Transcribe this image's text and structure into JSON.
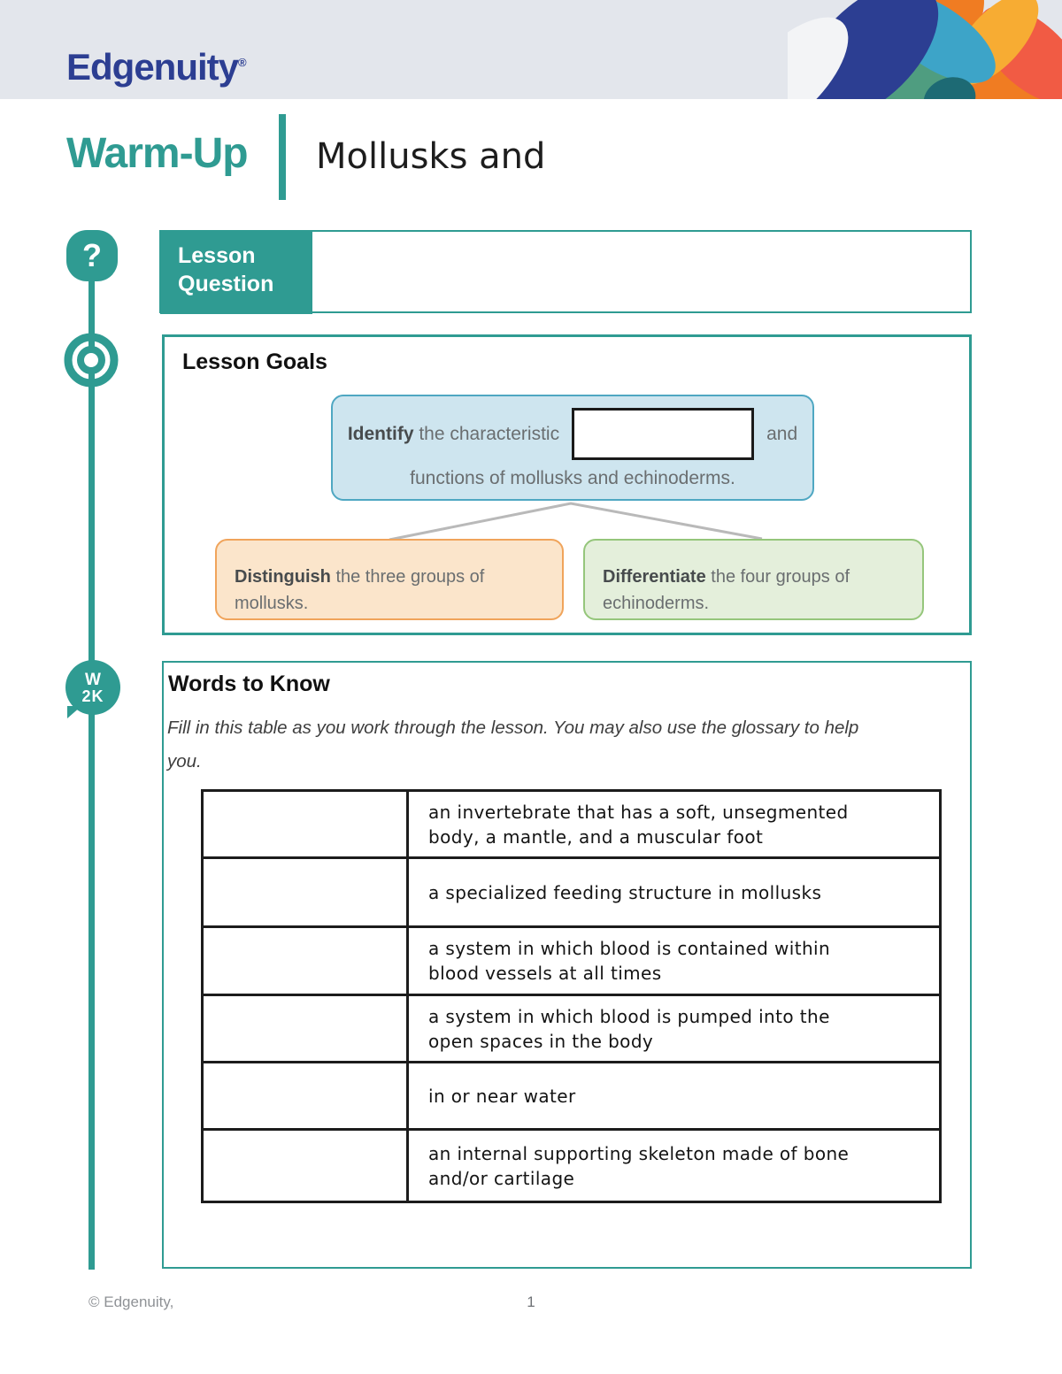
{
  "header": {
    "logo_text": "Edgenuity",
    "logo_reg_mark": "®",
    "page_type": "Warm-Up",
    "lesson_title": "Mollusks and"
  },
  "timeline": {
    "question_icon_glyph": "?",
    "w2k_badge_line1": "W",
    "w2k_badge_line2": "2K"
  },
  "lesson_question": {
    "label": "Lesson\nQuestion",
    "answer": ""
  },
  "lesson_goals": {
    "heading": "Lesson Goals",
    "goal_main": {
      "bold": "Identify",
      "after_bold": " the characteristic",
      "blank_value": "",
      "after_blank": "and",
      "line2": "functions of mollusks and echinoderms."
    },
    "goal_left": {
      "bold": "Distinguish",
      "rest": " the three groups of mollusks."
    },
    "goal_right": {
      "bold": "Differentiate",
      "rest": " the four groups of echinoderms."
    }
  },
  "words_to_know": {
    "heading": "Words to Know",
    "instructions": "Fill in this table as you work through the lesson. You may also use the glossary to help\nyou.",
    "table": {
      "rows": [
        {
          "term": "",
          "definition": "an invertebrate that has a soft, unsegmented\nbody, a mantle, and a muscular foot"
        },
        {
          "term": "",
          "definition": "a specialized feeding structure in mollusks"
        },
        {
          "term": "",
          "definition": "a system in which blood is contained within\nblood vessels at all times"
        },
        {
          "term": "",
          "definition": "a system in which blood is pumped into the\nopen spaces in the body"
        },
        {
          "term": "",
          "definition": "in or near water"
        },
        {
          "term": "",
          "definition": "an internal supporting skeleton made of bone\nand/or cartilage"
        }
      ]
    }
  },
  "footer": {
    "copyright": "© Edgenuity,",
    "page_number": "1"
  },
  "colors": {
    "teal_accent": "#2f9b92",
    "brand_blue": "#2c3e92",
    "header_band": "#e3e6ec",
    "goal_main_fill": "#cee5ef",
    "goal_main_border": "#4fa7c2",
    "goal_left_fill": "#fbe5cb",
    "goal_left_border": "#f0a45b",
    "goal_right_fill": "#e4efdb",
    "goal_right_border": "#95c67b",
    "connector_gray": "#b9b9b9",
    "table_border": "#1c1c1c"
  }
}
